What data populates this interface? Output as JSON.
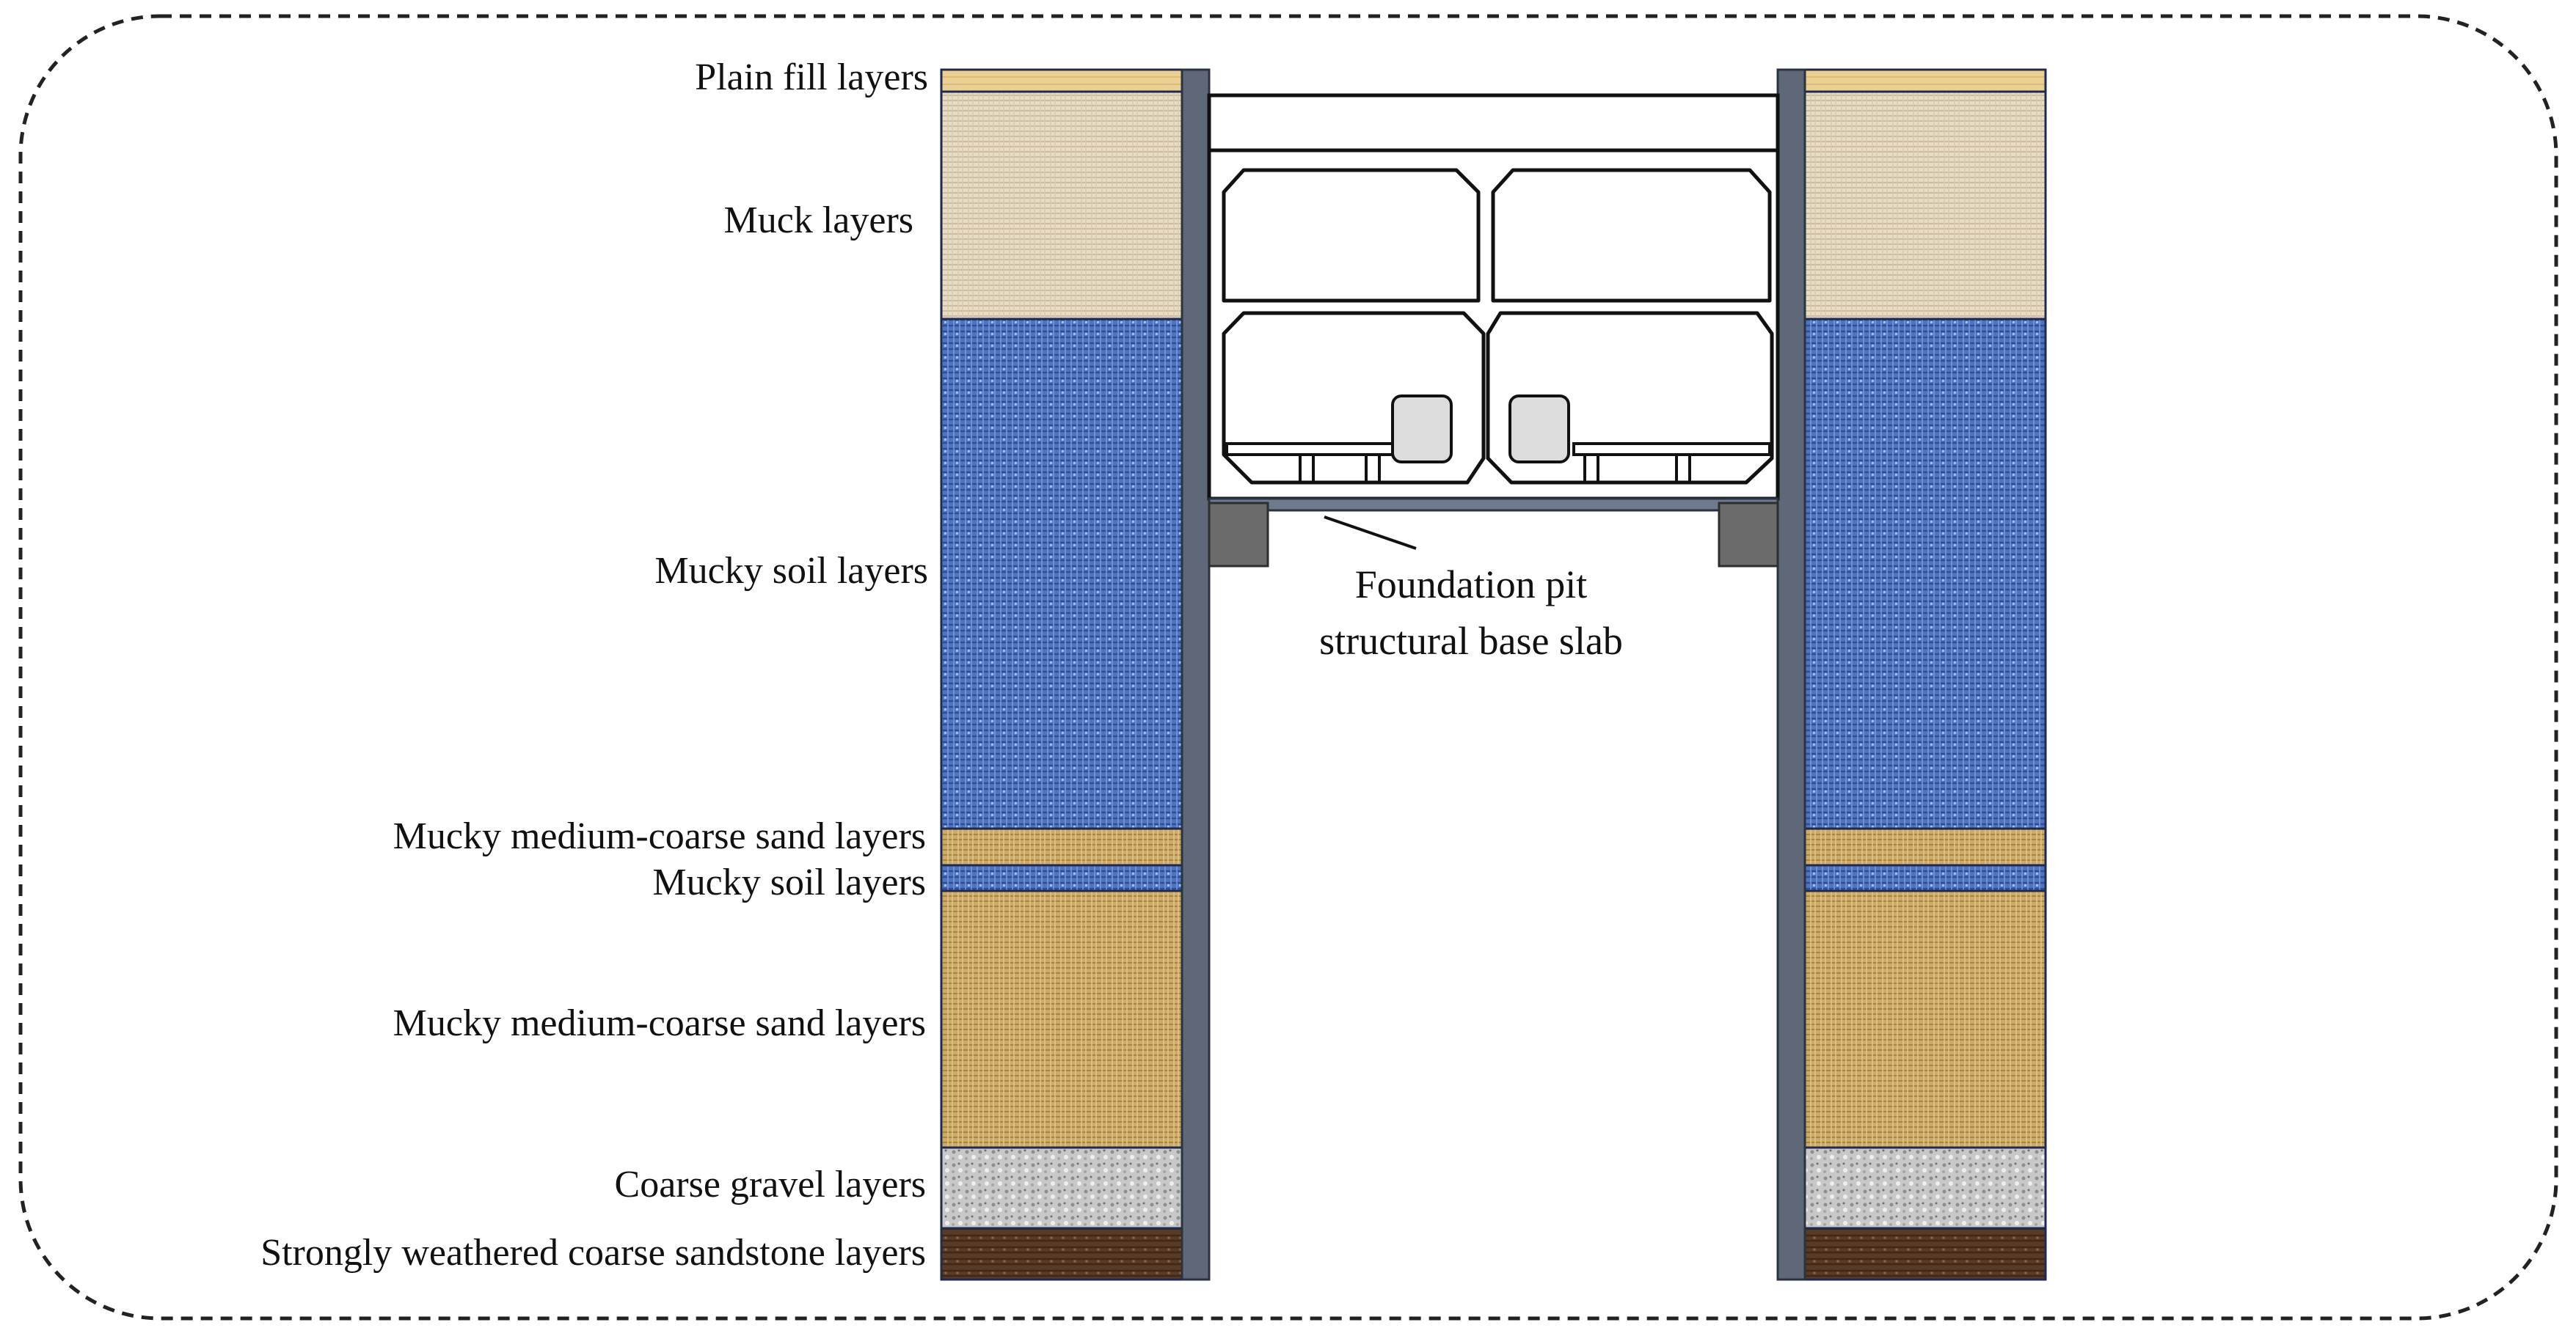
{
  "layer_labels": [
    "Plain fill layers",
    "Muck layers",
    "Mucky soil layers",
    "Mucky medium-coarse sand layers",
    "Mucky soil layers",
    "Mucky medium-coarse sand layers",
    "Coarse gravel layers",
    "Strongly weathered coarse sandstone layers"
  ],
  "callout": {
    "line1": "Foundation pit",
    "line2": "structural base slab"
  },
  "colors": {
    "plain_fill": "#e9cf96",
    "muck": "#e8dcc4",
    "mucky_soil": "#4f75c2",
    "sand": "#c9a969",
    "gravel": "#c7c7c7",
    "sandstone": "#5a3a24",
    "wall": "#5f6878",
    "frame": "#222222"
  }
}
